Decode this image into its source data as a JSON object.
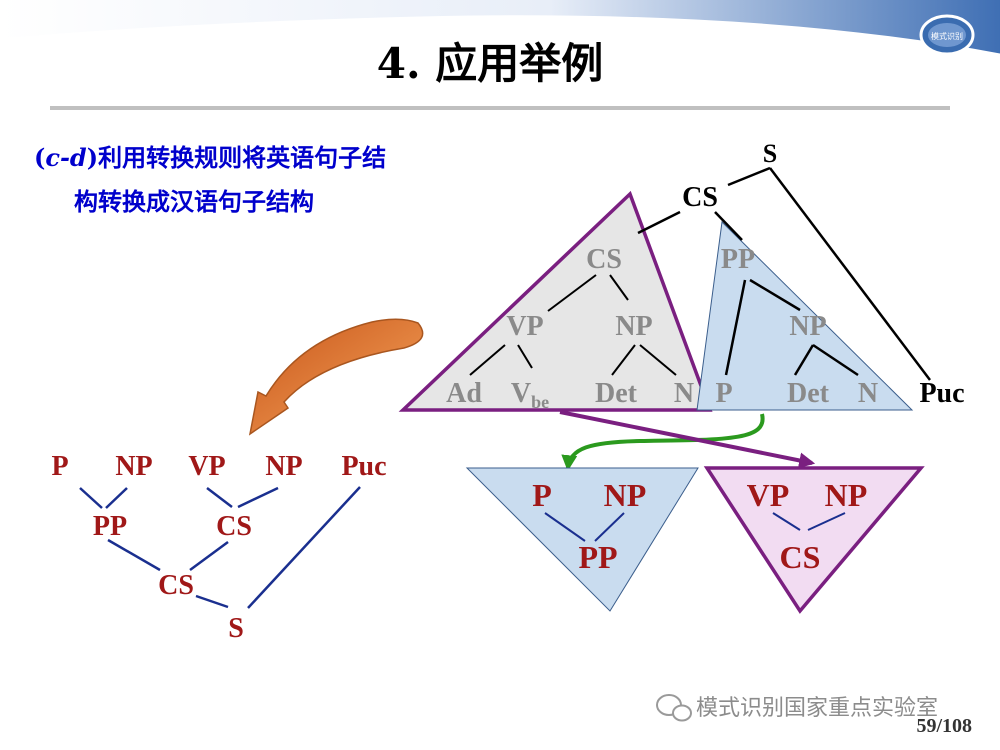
{
  "slide": {
    "title": "4. 应用举例",
    "intro_prefix": "(",
    "intro_italic": "c-d",
    "intro_suffix": ")利用转换规则将英语句子结",
    "intro_line2": "构转换成汉语句子结构",
    "page_number": "59/108",
    "watermark": "模式识别国家重点实验室",
    "logo_text": "模式识别"
  },
  "english_tree": {
    "root": "S",
    "cs_top": "CS",
    "cs_inner": "CS",
    "vp": "VP",
    "np_left": "NP",
    "pp": "PP",
    "np_right": "NP",
    "ad": "Ad",
    "v": "V",
    "v_sub": "be",
    "det_left": "Det",
    "n_left": "N",
    "p": "P",
    "det_right": "Det",
    "n_right": "N",
    "puc": "Puc"
  },
  "pp_box": {
    "p": "P",
    "np": "NP",
    "pp": "PP"
  },
  "cs_box": {
    "vp": "VP",
    "np": "NP",
    "cs": "CS"
  },
  "chinese_tree": {
    "p": "P",
    "np1": "NP",
    "vp": "VP",
    "np2": "NP",
    "puc": "Puc",
    "pp": "PP",
    "cs_inner": "CS",
    "cs_outer": "CS",
    "s": "S"
  },
  "colors": {
    "title_text": "#000000",
    "intro_text": "#0000cc",
    "gray_triangle_fill": "#e6e6e6",
    "purple_outline": "#7a1f80",
    "blue_triangle_fill": "#c9dcef",
    "blue_triangle_stroke": "#3b5e8c",
    "pink_triangle_fill": "#f2dcf2",
    "gray_label": "#8a8a8a",
    "dark_label": "#000000",
    "red_label": "#a01818",
    "blue_edge": "#1a2f8f",
    "green_arrow": "#2b9a1e",
    "orange_arrow": "#e07828"
  }
}
